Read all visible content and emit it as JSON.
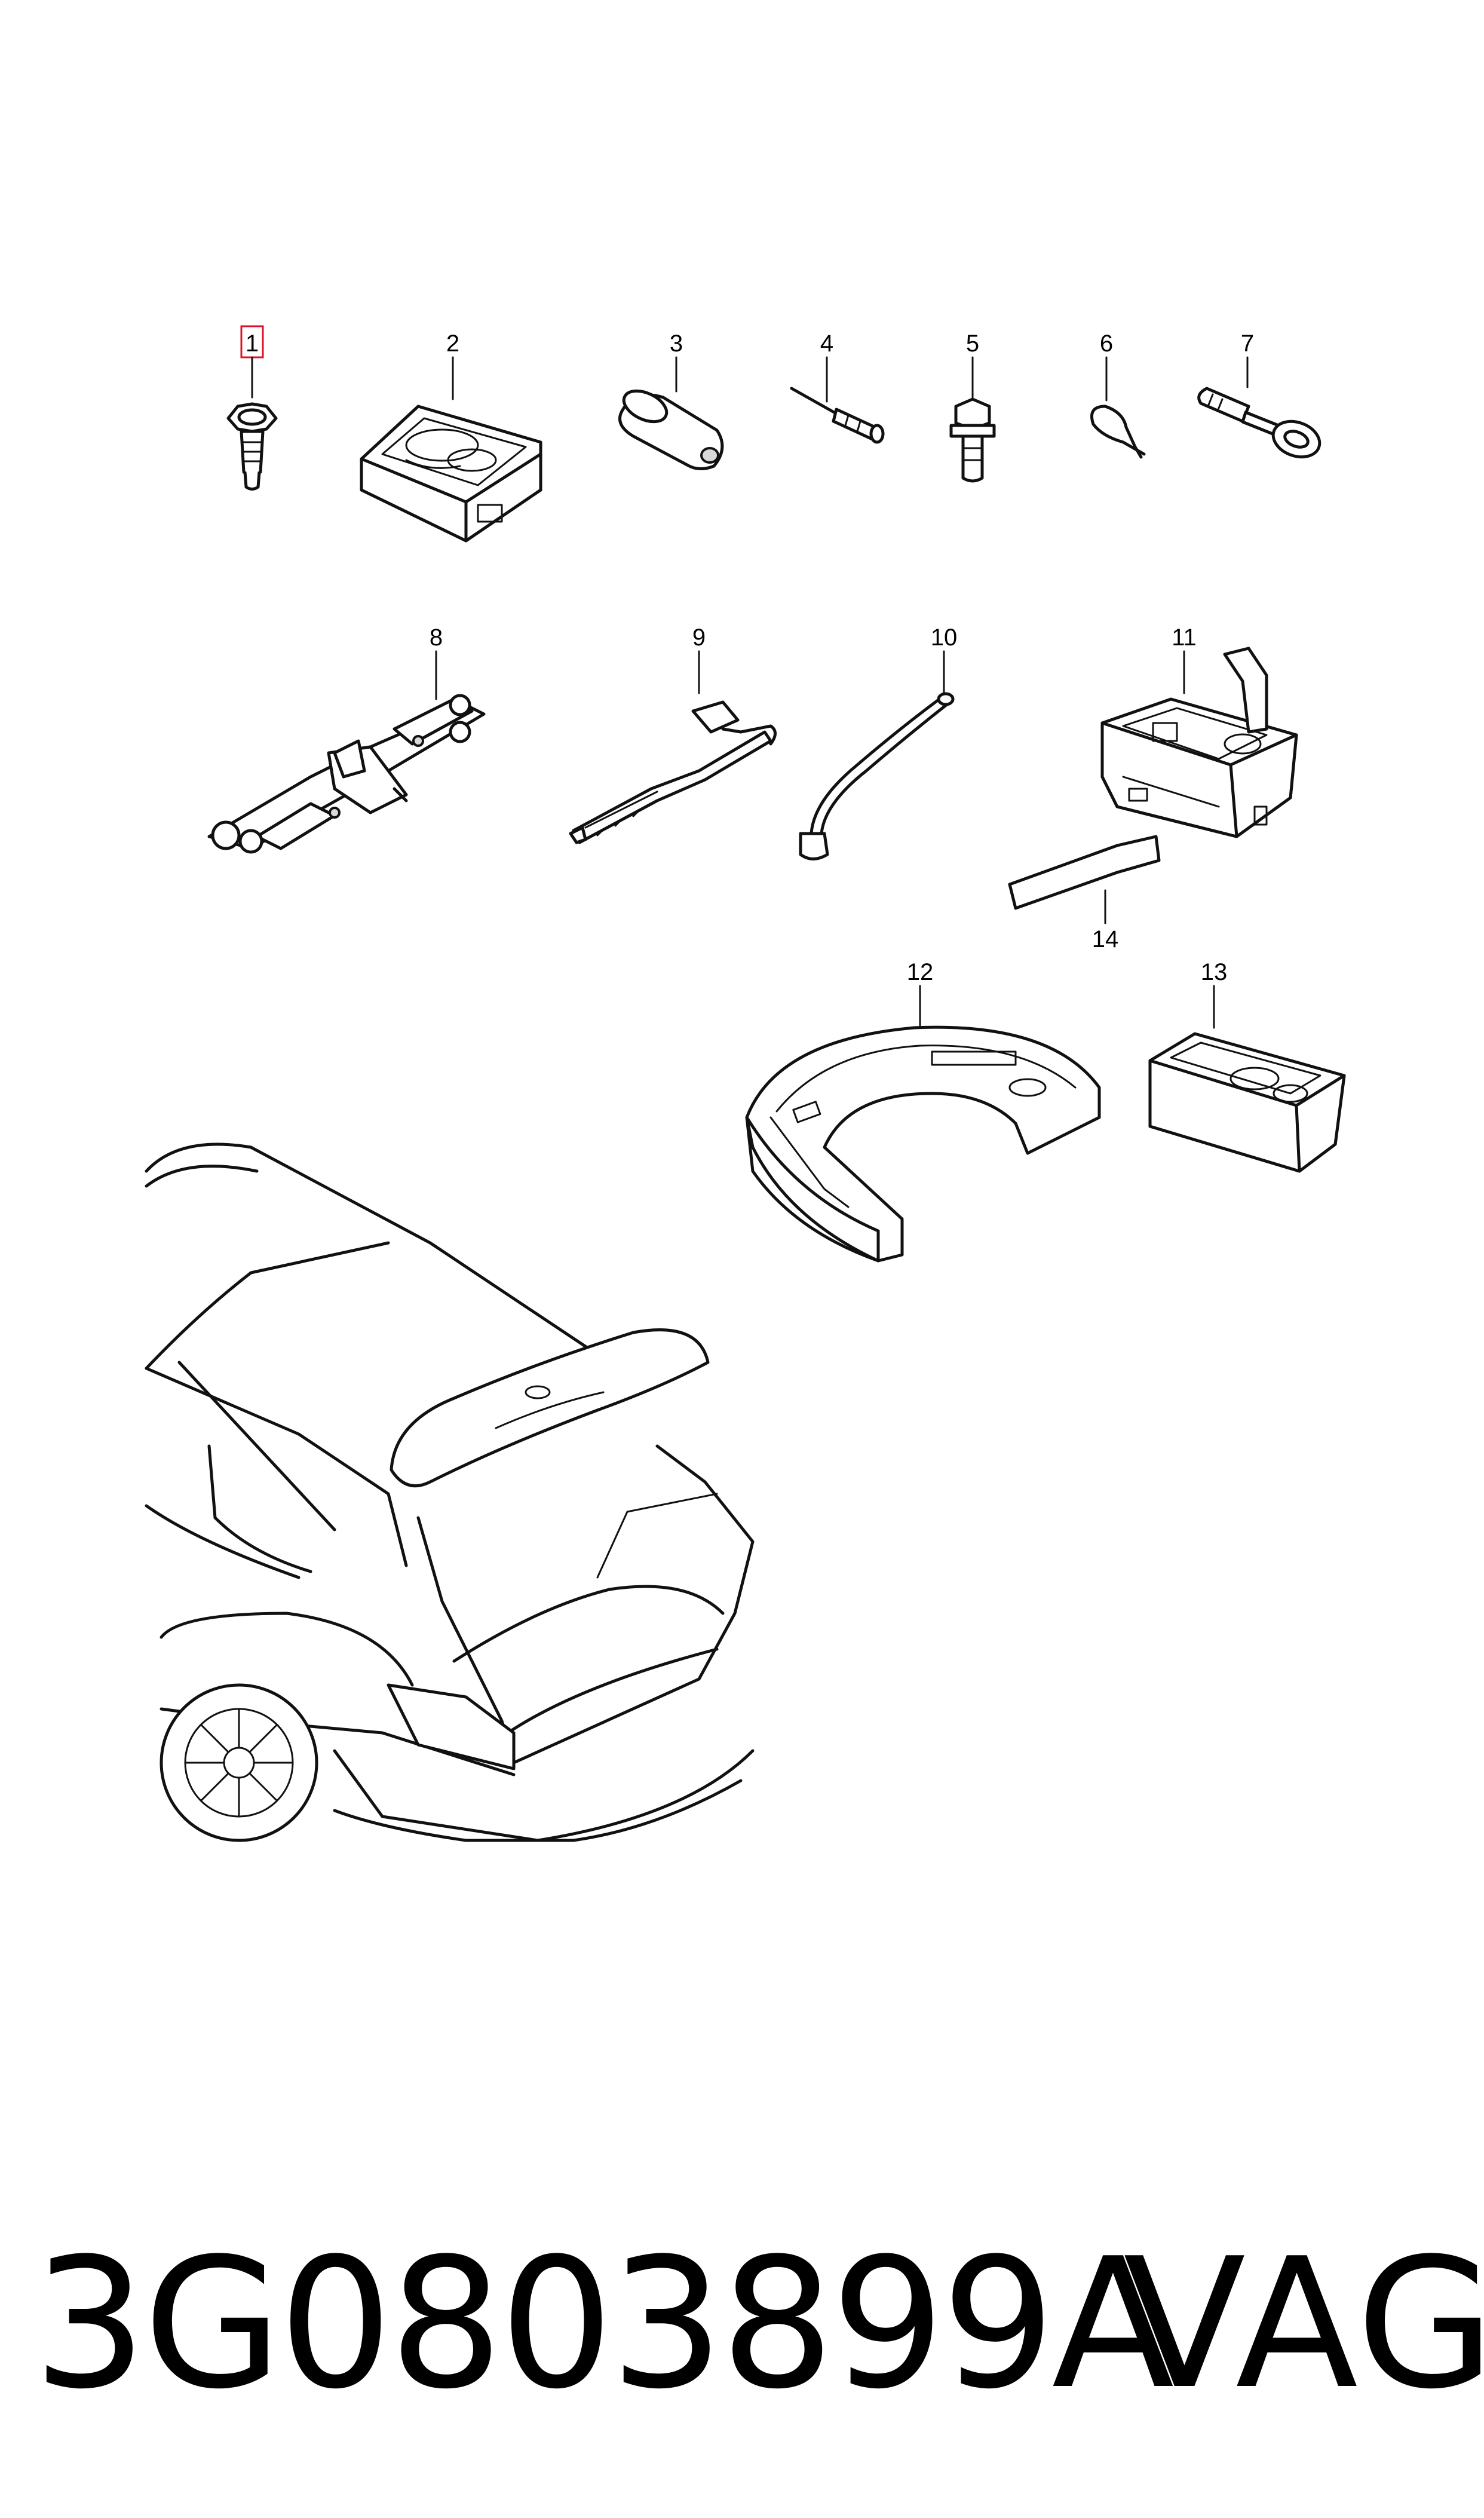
{
  "parts": [
    {
      "number": "1",
      "name": "wheel-bolt-cap-icon",
      "highlighted": true
    },
    {
      "number": "2",
      "name": "tire-mobility-kit-icon"
    },
    {
      "number": "3",
      "name": "sealant-bottle-icon"
    },
    {
      "number": "4",
      "name": "valve-tool-icon"
    },
    {
      "number": "5",
      "name": "wheel-bolt-icon"
    },
    {
      "number": "6",
      "name": "hook-icon"
    },
    {
      "number": "7",
      "name": "towing-eye-icon"
    },
    {
      "number": "8",
      "name": "scissor-jack-icon"
    },
    {
      "number": "9",
      "name": "wheel-wrench-icon"
    },
    {
      "number": "10",
      "name": "jack-crank-icon"
    },
    {
      "number": "11",
      "name": "tool-holder-icon"
    },
    {
      "number": "12",
      "name": "foam-insert-icon"
    },
    {
      "number": "13",
      "name": "storage-box-icon"
    },
    {
      "number": "14",
      "name": "strap-icon"
    }
  ],
  "part_code": "3G0803899A",
  "brand": "VAG",
  "colors": {
    "highlight": "#e0102a",
    "line": "#111111",
    "background": "#ffffff"
  }
}
